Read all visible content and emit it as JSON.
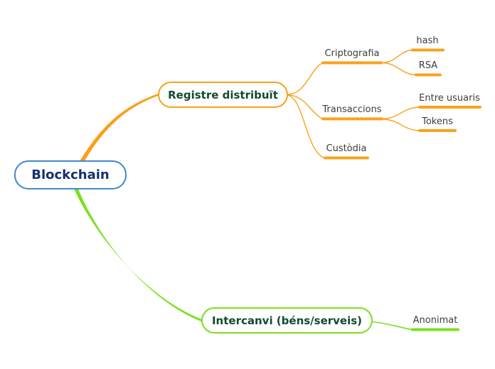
{
  "mindmap": {
    "root": {
      "label": "Blockchain"
    },
    "branches": [
      {
        "label": "Registre distribuït",
        "color": "#f9a11c",
        "children": [
          {
            "label": "Criptografia",
            "children": [
              {
                "label": "hash"
              },
              {
                "label": "RSA"
              }
            ]
          },
          {
            "label": "Transaccions",
            "children": [
              {
                "label": "Entre usuaris"
              },
              {
                "label": "Tokens"
              }
            ]
          },
          {
            "label": "Custòdia",
            "children": []
          }
        ]
      },
      {
        "label": "Intercanvi (béns/serveis)",
        "color": "#7bdf1e",
        "children": [
          {
            "label": "Anonimat"
          }
        ]
      }
    ]
  },
  "colors": {
    "branch_orange": "#f9a11c",
    "branch_green": "#7bdf1e",
    "root_border_blue": "#4189cb",
    "root_text_navy": "#17306b",
    "node_text_green": "#114a32",
    "topic_text_gray": "#3c3c3c",
    "node_background": "#ffffff",
    "canvas_background": "#ffffff"
  }
}
